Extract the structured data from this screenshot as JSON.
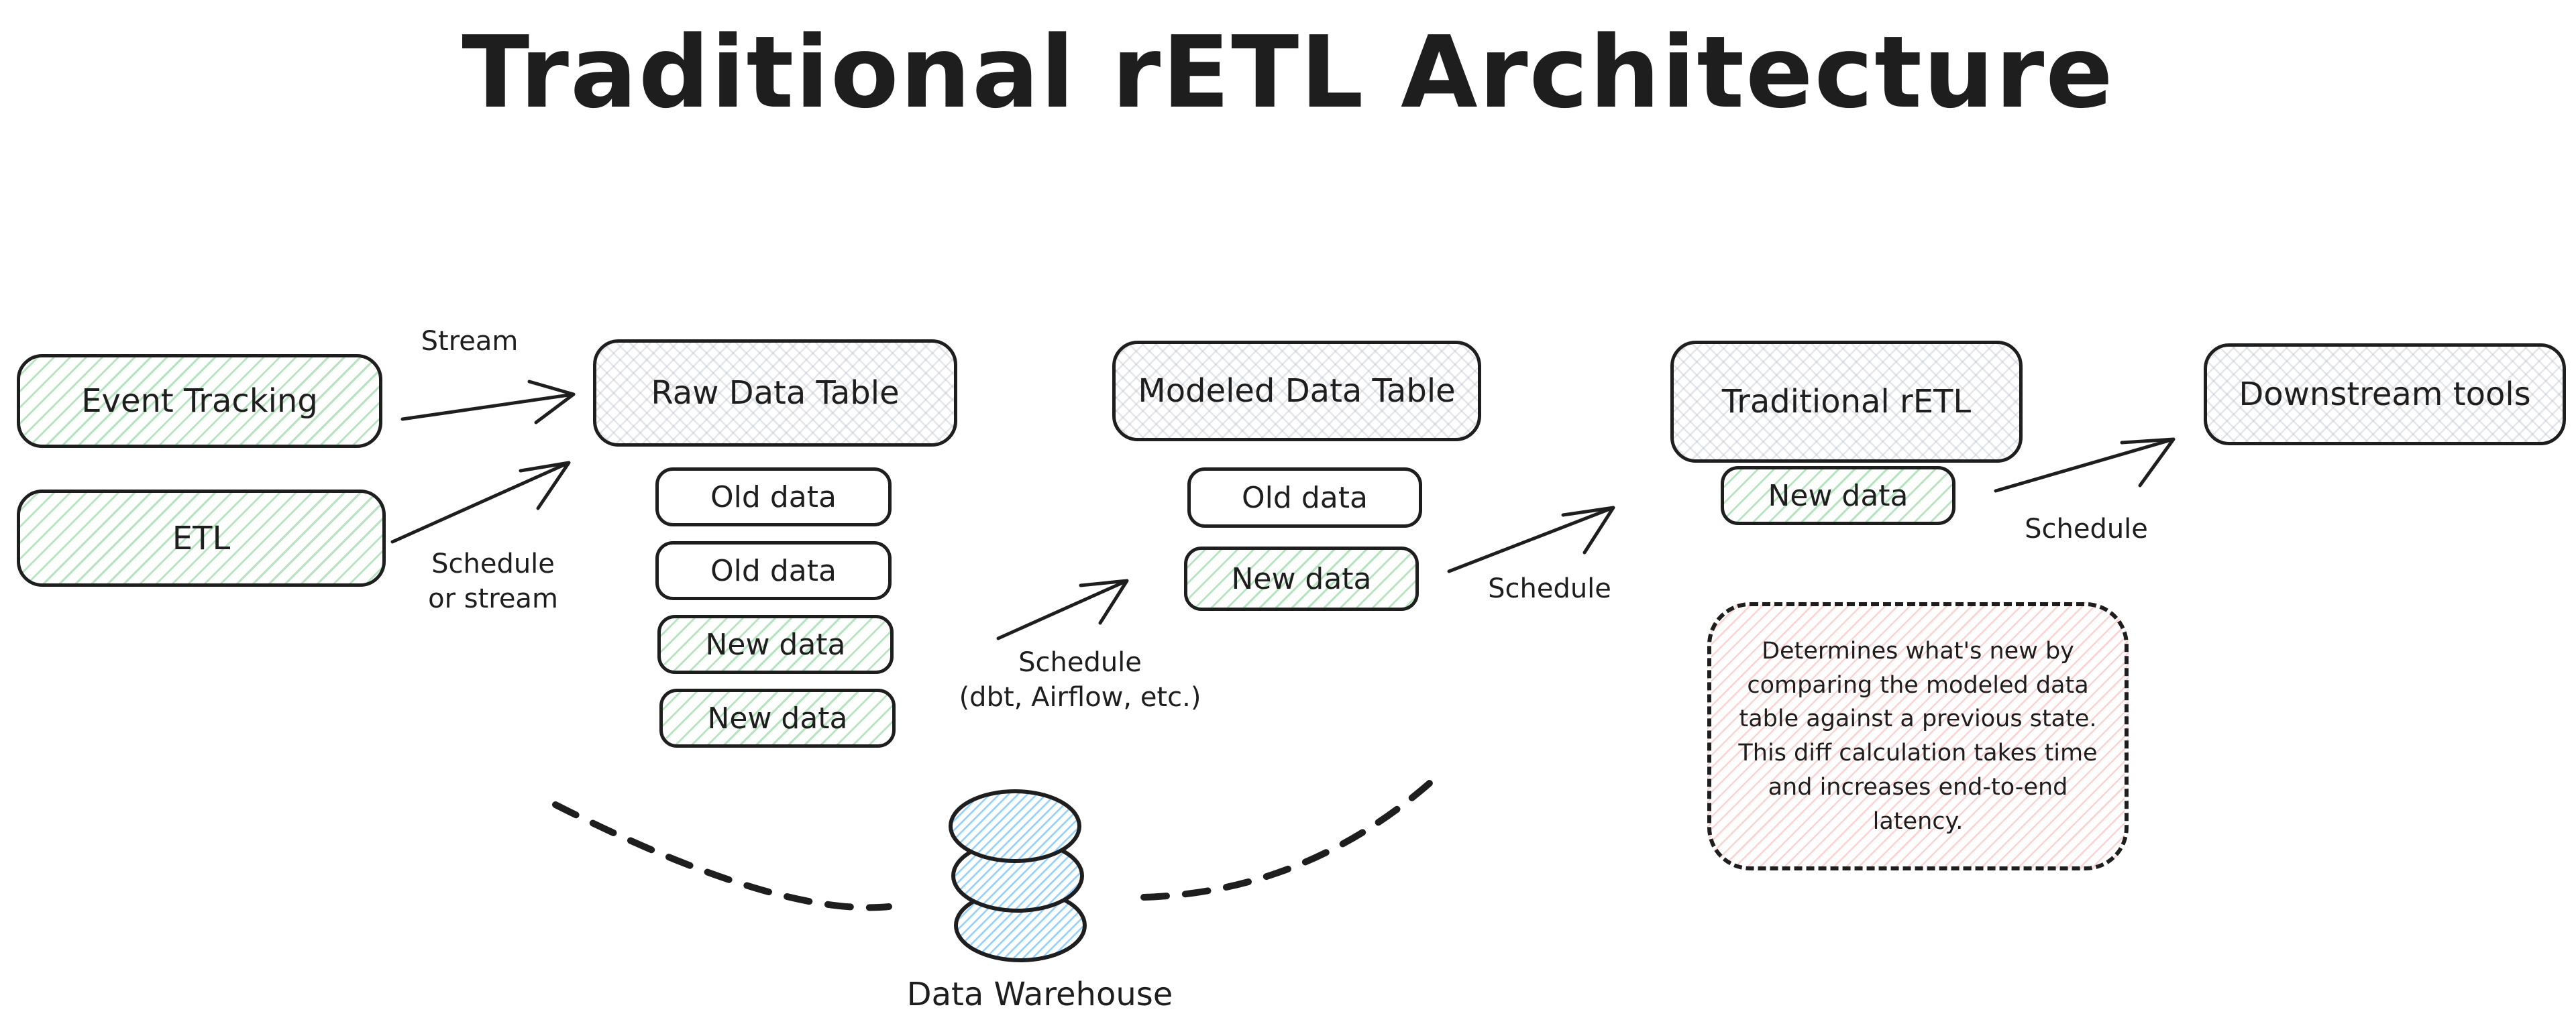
{
  "title": "Traditional rETL Architecture",
  "sources": {
    "event_tracking": "Event Tracking",
    "etl": "ETL"
  },
  "raw_table": {
    "title": "Raw Data Table",
    "rows": [
      {
        "label": "Old data",
        "kind": "old"
      },
      {
        "label": "Old data",
        "kind": "old"
      },
      {
        "label": "New data",
        "kind": "new"
      },
      {
        "label": "New data",
        "kind": "new"
      }
    ]
  },
  "modeled_table": {
    "title": "Modeled Data Table",
    "rows": [
      {
        "label": "Old data",
        "kind": "old"
      },
      {
        "label": "New data",
        "kind": "new"
      }
    ]
  },
  "retl": {
    "title": "Traditional rETL",
    "rows": [
      {
        "label": "New data",
        "kind": "new"
      }
    ],
    "note": "Determines what's new by comparing the modeled data table against a previous state. This diff calculation takes time and increases end-to-end latency."
  },
  "downstream": {
    "title": "Downstream tools"
  },
  "warehouse": {
    "label": "Data Warehouse"
  },
  "edges": {
    "stream": "Stream",
    "schedule_or_stream": [
      "Schedule",
      "or stream"
    ],
    "schedule_dbt": [
      "Schedule",
      "(dbt, Airflow, etc.)"
    ],
    "schedule_modeled_to_retl": "Schedule",
    "schedule_retl_to_downstream": "Schedule"
  },
  "colors": {
    "stroke": "#1e1e1e",
    "green_hatch": "#40c057",
    "gray_hatch": "#ced4da",
    "pink_hatch": "#ff8787",
    "blue_hatch": "#74c0fc"
  }
}
